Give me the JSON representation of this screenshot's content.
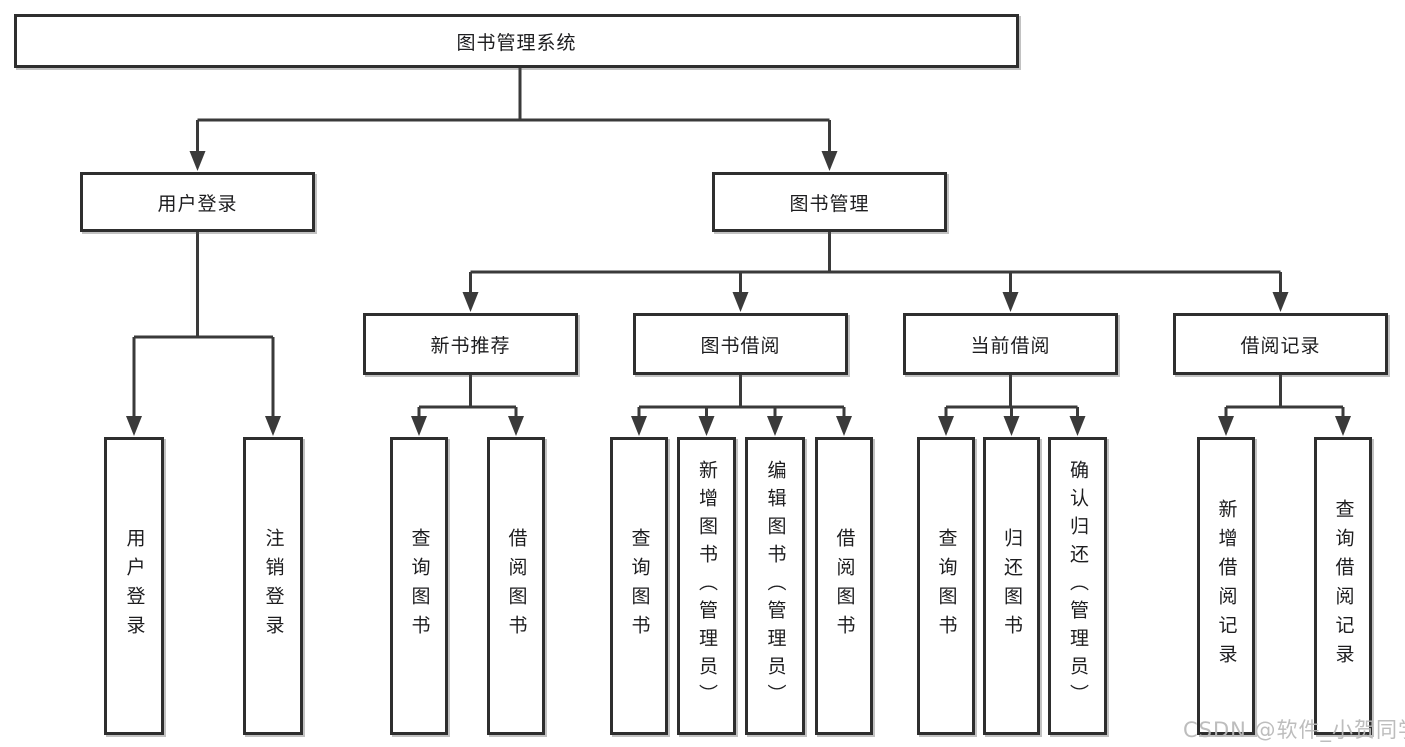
{
  "tree": {
    "label": "图书管理系统",
    "children": [
      {
        "label": "用户登录",
        "children": [
          {
            "label": "用户登录"
          },
          {
            "label": "注销登录"
          }
        ]
      },
      {
        "label": "图书管理",
        "children": [
          {
            "label": "新书推荐",
            "children": [
              {
                "label": "查询图书"
              },
              {
                "label": "借阅图书"
              }
            ]
          },
          {
            "label": "图书借阅",
            "children": [
              {
                "label": "查询图书"
              },
              {
                "label": "新增图书（管理员）"
              },
              {
                "label": "编辑图书（管理员）"
              },
              {
                "label": "借阅图书"
              }
            ]
          },
          {
            "label": "当前借阅",
            "children": [
              {
                "label": "查询图书"
              },
              {
                "label": "归还图书"
              },
              {
                "label": "确认归还（管理员）"
              }
            ]
          },
          {
            "label": "借阅记录",
            "children": [
              {
                "label": "新增借阅记录"
              },
              {
                "label": "查询借阅记录"
              }
            ]
          }
        ]
      }
    ]
  },
  "watermark": "CSDN @软件_小贺同学",
  "colors": {
    "line": "#3a3a3a",
    "box_border": "#2e2e2e",
    "text": "#1d1d1f",
    "watermark": "#b9b9b9",
    "background": "#ffffff"
  }
}
